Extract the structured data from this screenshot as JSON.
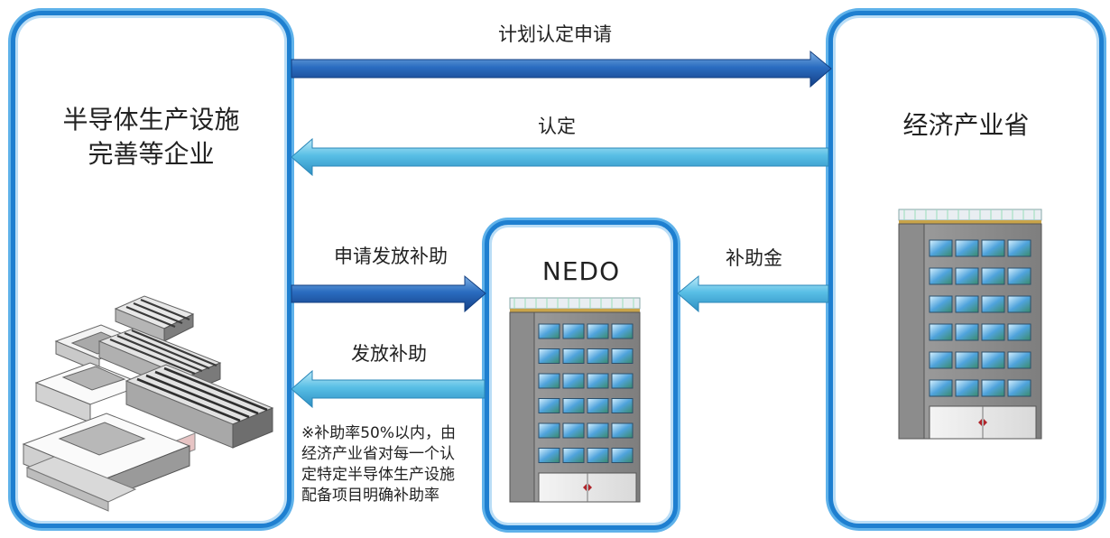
{
  "company": {
    "name_line1": "半导体生产设施",
    "name_line2": "完善等企业"
  },
  "meti": {
    "name": "经济产业省"
  },
  "nedo": {
    "name": "NEDO"
  },
  "flows": {
    "plan_application": "计划认定申请",
    "certification": "认定",
    "subsidy_application": "申请发放补助",
    "subsidy_funds": "补助金",
    "subsidy_payment": "发放补助"
  },
  "note": {
    "line1": "※补助率50%以内，由",
    "line2": "经济产业省对每一个认",
    "line3": "定特定半导体生产设施",
    "line4": "配备项目明确补助率"
  },
  "colors": {
    "box_border": "#1e7fd0",
    "arrow_dark": "#1d5da8",
    "arrow_light": "#5cc0e8"
  }
}
